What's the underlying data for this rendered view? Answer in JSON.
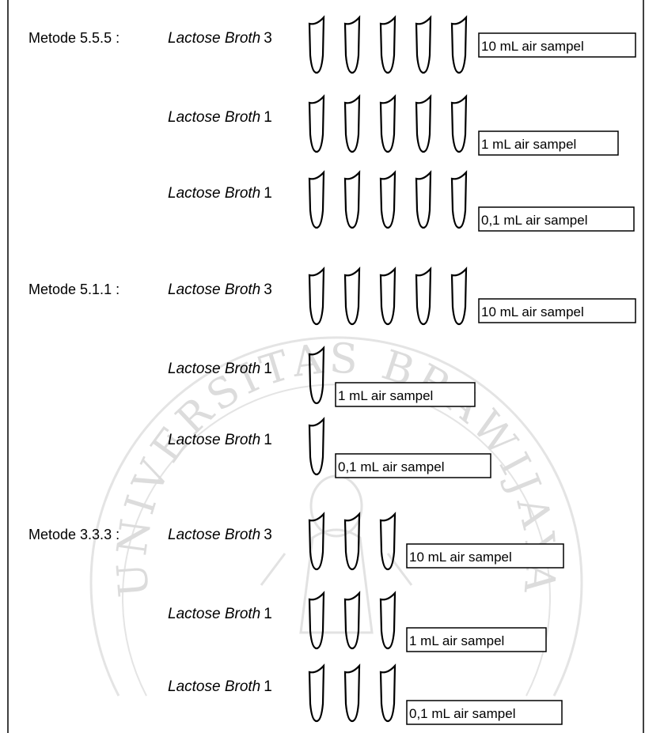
{
  "watermark_text": "UNIVERSITAS BRAWIJAYA",
  "methods": [
    {
      "label": "Metode 5.5.5 :",
      "rows": [
        {
          "medium": "Lactose Broth",
          "strength": "3",
          "tubes": 5,
          "sample": "10 mL air sampel"
        },
        {
          "medium": "Lactose Broth",
          "strength": "1",
          "tubes": 5,
          "sample": "1 mL air sampel"
        },
        {
          "medium": "Lactose Broth",
          "strength": "1",
          "tubes": 5,
          "sample": "0,1 mL air sampel"
        }
      ]
    },
    {
      "label": "Metode 5.1.1 :",
      "rows": [
        {
          "medium": "Lactose Broth",
          "strength": "3",
          "tubes": 5,
          "sample": "10 mL air sampel"
        },
        {
          "medium": "Lactose Broth",
          "strength": "1",
          "tubes": 1,
          "sample": "1 mL air sampel"
        },
        {
          "medium": "Lactose Broth",
          "strength": "1",
          "tubes": 1,
          "sample": "0,1 mL air sampel"
        }
      ]
    },
    {
      "label": "Metode 3.3.3 :",
      "rows": [
        {
          "medium": "Lactose Broth",
          "strength": "3",
          "tubes": 3,
          "sample": "10 mL air sampel"
        },
        {
          "medium": "Lactose Broth",
          "strength": "1",
          "tubes": 3,
          "sample": "1 mL air sampel"
        },
        {
          "medium": "Lactose Broth",
          "strength": "1",
          "tubes": 3,
          "sample": "0,1 mL air sampel"
        }
      ]
    }
  ]
}
